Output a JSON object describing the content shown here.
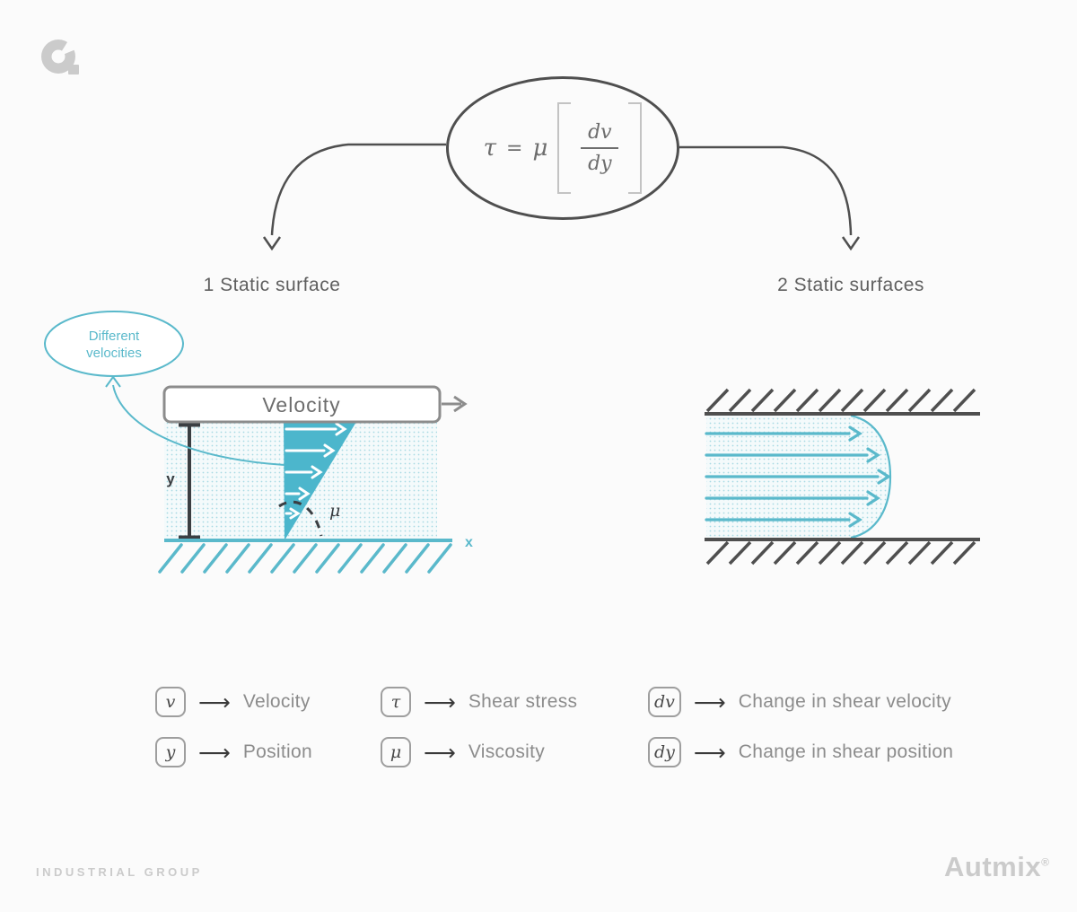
{
  "formula": {
    "tau": "τ",
    "equals": "=",
    "mu": "μ",
    "numerator": "dv",
    "denominator": "dy"
  },
  "branches": {
    "left_label": "1 Static surface",
    "right_label": "2 Static surfaces"
  },
  "left_diagram": {
    "callout": {
      "line1": "Different",
      "line2": "velocities"
    },
    "velocity_box_label": "Velocity",
    "y_axis_label": "y",
    "x_axis_label": "x",
    "mu_label": "μ"
  },
  "legend": {
    "arrow_glyph": "⟶",
    "items": [
      {
        "symbol": "v",
        "label": "Velocity"
      },
      {
        "symbol": "y",
        "label": "Position"
      },
      {
        "symbol": "τ",
        "label": "Shear stress"
      },
      {
        "symbol": "μ",
        "label": "Viscosity"
      },
      {
        "symbol": "dv",
        "label": "Change in shear velocity"
      },
      {
        "symbol": "dy",
        "label": "Change in shear position"
      }
    ]
  },
  "footer": {
    "left": "INDUSTRIAL GROUP",
    "brand": "Autmix",
    "reg": "®"
  },
  "colors": {
    "bg": "#fbfbfb",
    "teal": "#5ab9cb",
    "teal-strong": "#4cb6cc",
    "dots-bg": "#f4fafb",
    "dark": "#4f4f4f",
    "ink": "#3a3e42",
    "text": "#5f5f5f",
    "muted": "#6d6d6d",
    "legend-label": "#8c8c8c",
    "boxline": "#9e9e9e",
    "graybox": "#8c8c8c",
    "faint": "#cbcbcb",
    "bracket": "#c3c3c3",
    "teal-dot": "rgba(90,185,203,0.5)",
    "legend-sym": "#4a4a4a",
    "legend-arrow": "#3a3a3a"
  }
}
